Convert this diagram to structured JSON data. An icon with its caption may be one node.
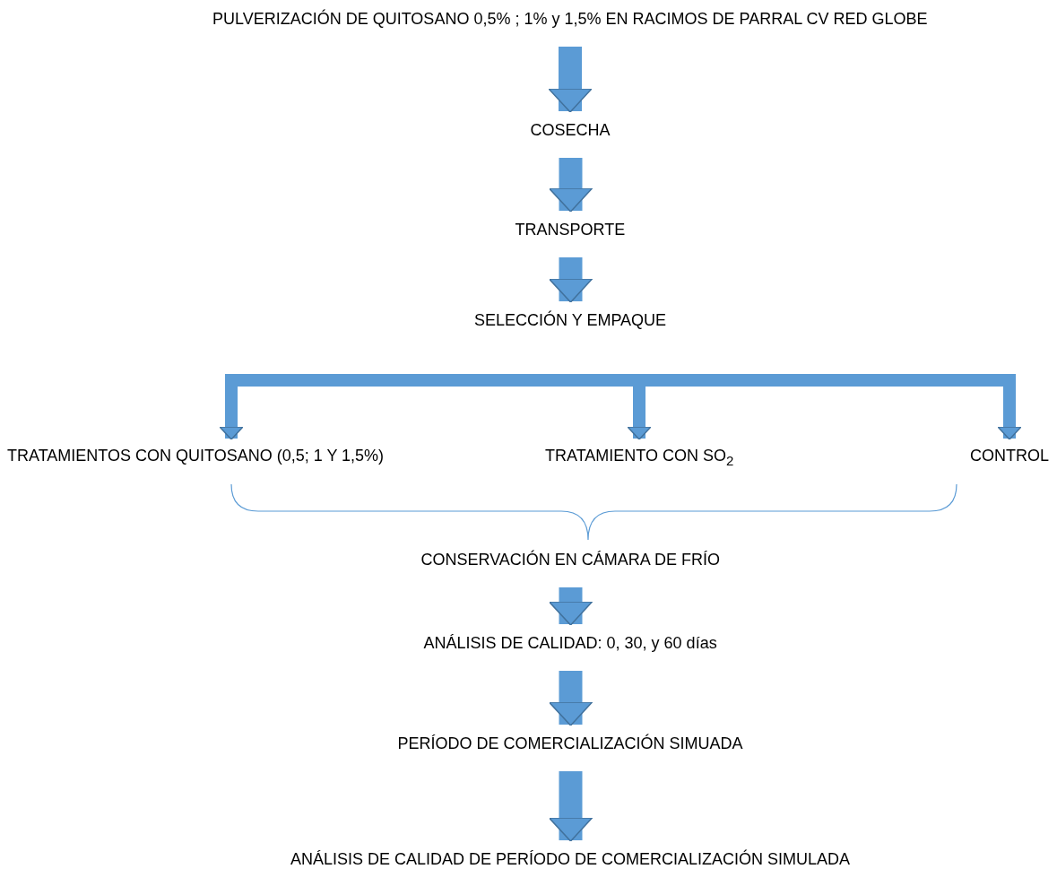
{
  "diagram": {
    "nodes": [
      {
        "text": [
          "PULVERIZACIÓN DE QUITOSANO 0,5% ; 1% y 1,5% EN RACIMOS DE PARRAL CV RED GLOBE"
        ]
      },
      {
        "text": [
          "COSECHA"
        ]
      },
      {
        "text": [
          "TRANSPORTE"
        ]
      },
      {
        "text": [
          "SELECCIÓN Y EMPAQUE"
        ]
      },
      {
        "text": [
          "TRATAMIENTOS CON QUITOSANO (0,5; 1 Y 1,5%)"
        ]
      },
      {
        "text": [
          "TRATAMIENTO CON SO$_{2}$"
        ]
      },
      {
        "text": [
          "CONTROL"
        ]
      },
      {
        "text": [
          "CONSERVACIÓN EN CÁMARA DE FRÍO"
        ]
      },
      {
        "text": [
          "ANÁLISIS DE CALIDAD: 0, 30, y 60 días"
        ]
      },
      {
        "text": [
          "PERÍODO DE COMERCIALIZACIÓN SIMUADA"
        ]
      },
      {
        "text": [
          "ANÁLISIS DE CALIDAD DE PERÍODO DE COMERCIALIZACIÓN SIMULADA"
        ]
      }
    ],
    "edges": [
      {
        "from": 0,
        "to": 1,
        "arrow": "to"
      },
      {
        "from": 1,
        "to": 2,
        "arrow": "to"
      },
      {
        "from": 2,
        "to": 3,
        "arrow": "to"
      },
      {
        "from": 3,
        "to": 4,
        "arrow": "to"
      },
      {
        "from": 3,
        "to": 5,
        "arrow": "to"
      },
      {
        "from": 3,
        "to": 6,
        "arrow": "to"
      },
      {
        "from": 7,
        "to": 8,
        "arrow": "to"
      },
      {
        "from": 8,
        "to": 9,
        "arrow": "to"
      },
      {
        "from": 9,
        "to": 10,
        "arrow": "to"
      }
    ]
  }
}
